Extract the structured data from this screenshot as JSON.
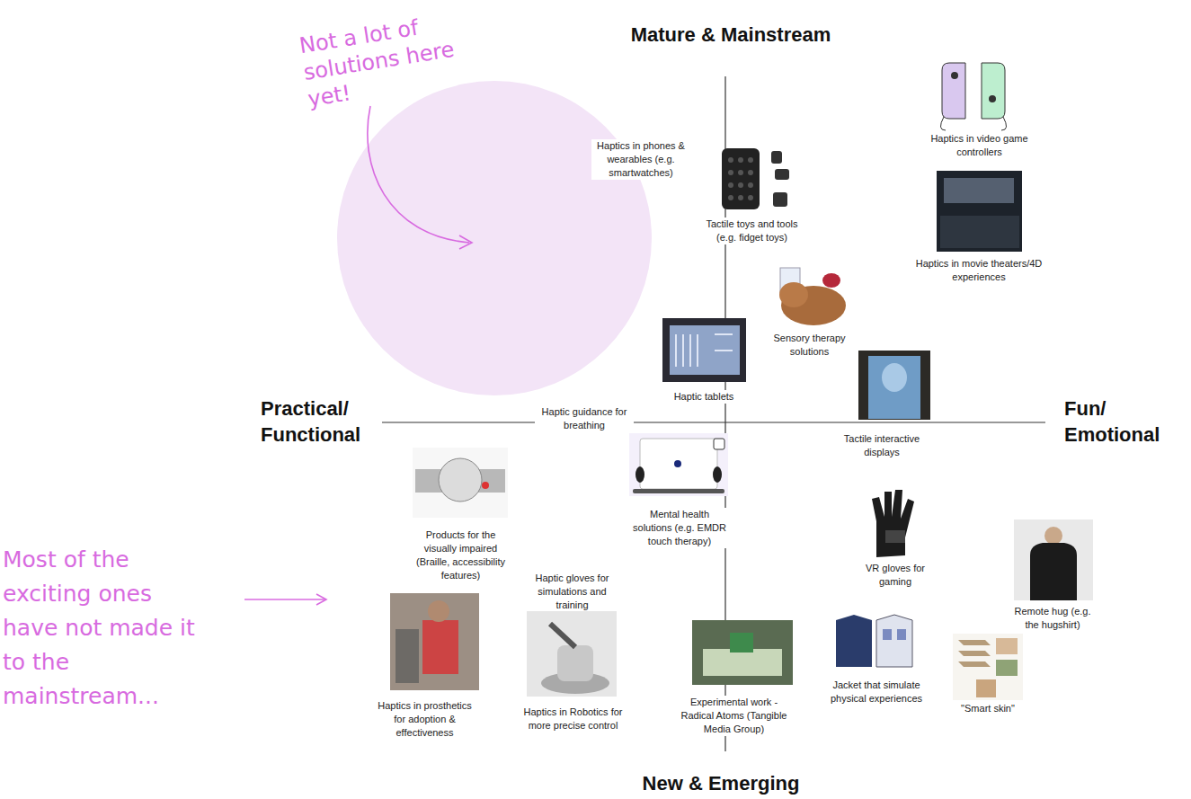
{
  "diagram": {
    "labels": [
      "Mature & Mainstream",
      "Not a lot of solutions here yet!",
      "Haptics in phones & wearables (e.g. smartwatches)",
      "Haptics in video game controllers",
      "Tactile toys and tools (e.g. fidget toys)",
      "Haptics in movie theaters/4D experiences",
      "Sensory therapy solutions",
      "Haptic tablets",
      "Practical/ Functional",
      "Haptic guidance for breathing",
      "Fun/ Emotional",
      "Tactile interactive displays",
      "Products for the visually impaired (Braille, accessibility features)",
      "Mental health solutions (e.g. EMDR touch therapy)",
      "Most of the exciting ones have not made it to the mainstream...",
      "Haptic gloves for simulations and training",
      "VR gloves for gaming",
      "Remote hug (e.g. the hugshirt)",
      "Haptics in prosthetics for adoption & effectiveness",
      "Haptics in Robotics for more precise control",
      "Experimental work - Radical Atoms (Tangible Media Group)",
      "Jacket that simulate physical experiences",
      "\"Smart skin\"",
      "New & Emerging"
    ]
  }
}
